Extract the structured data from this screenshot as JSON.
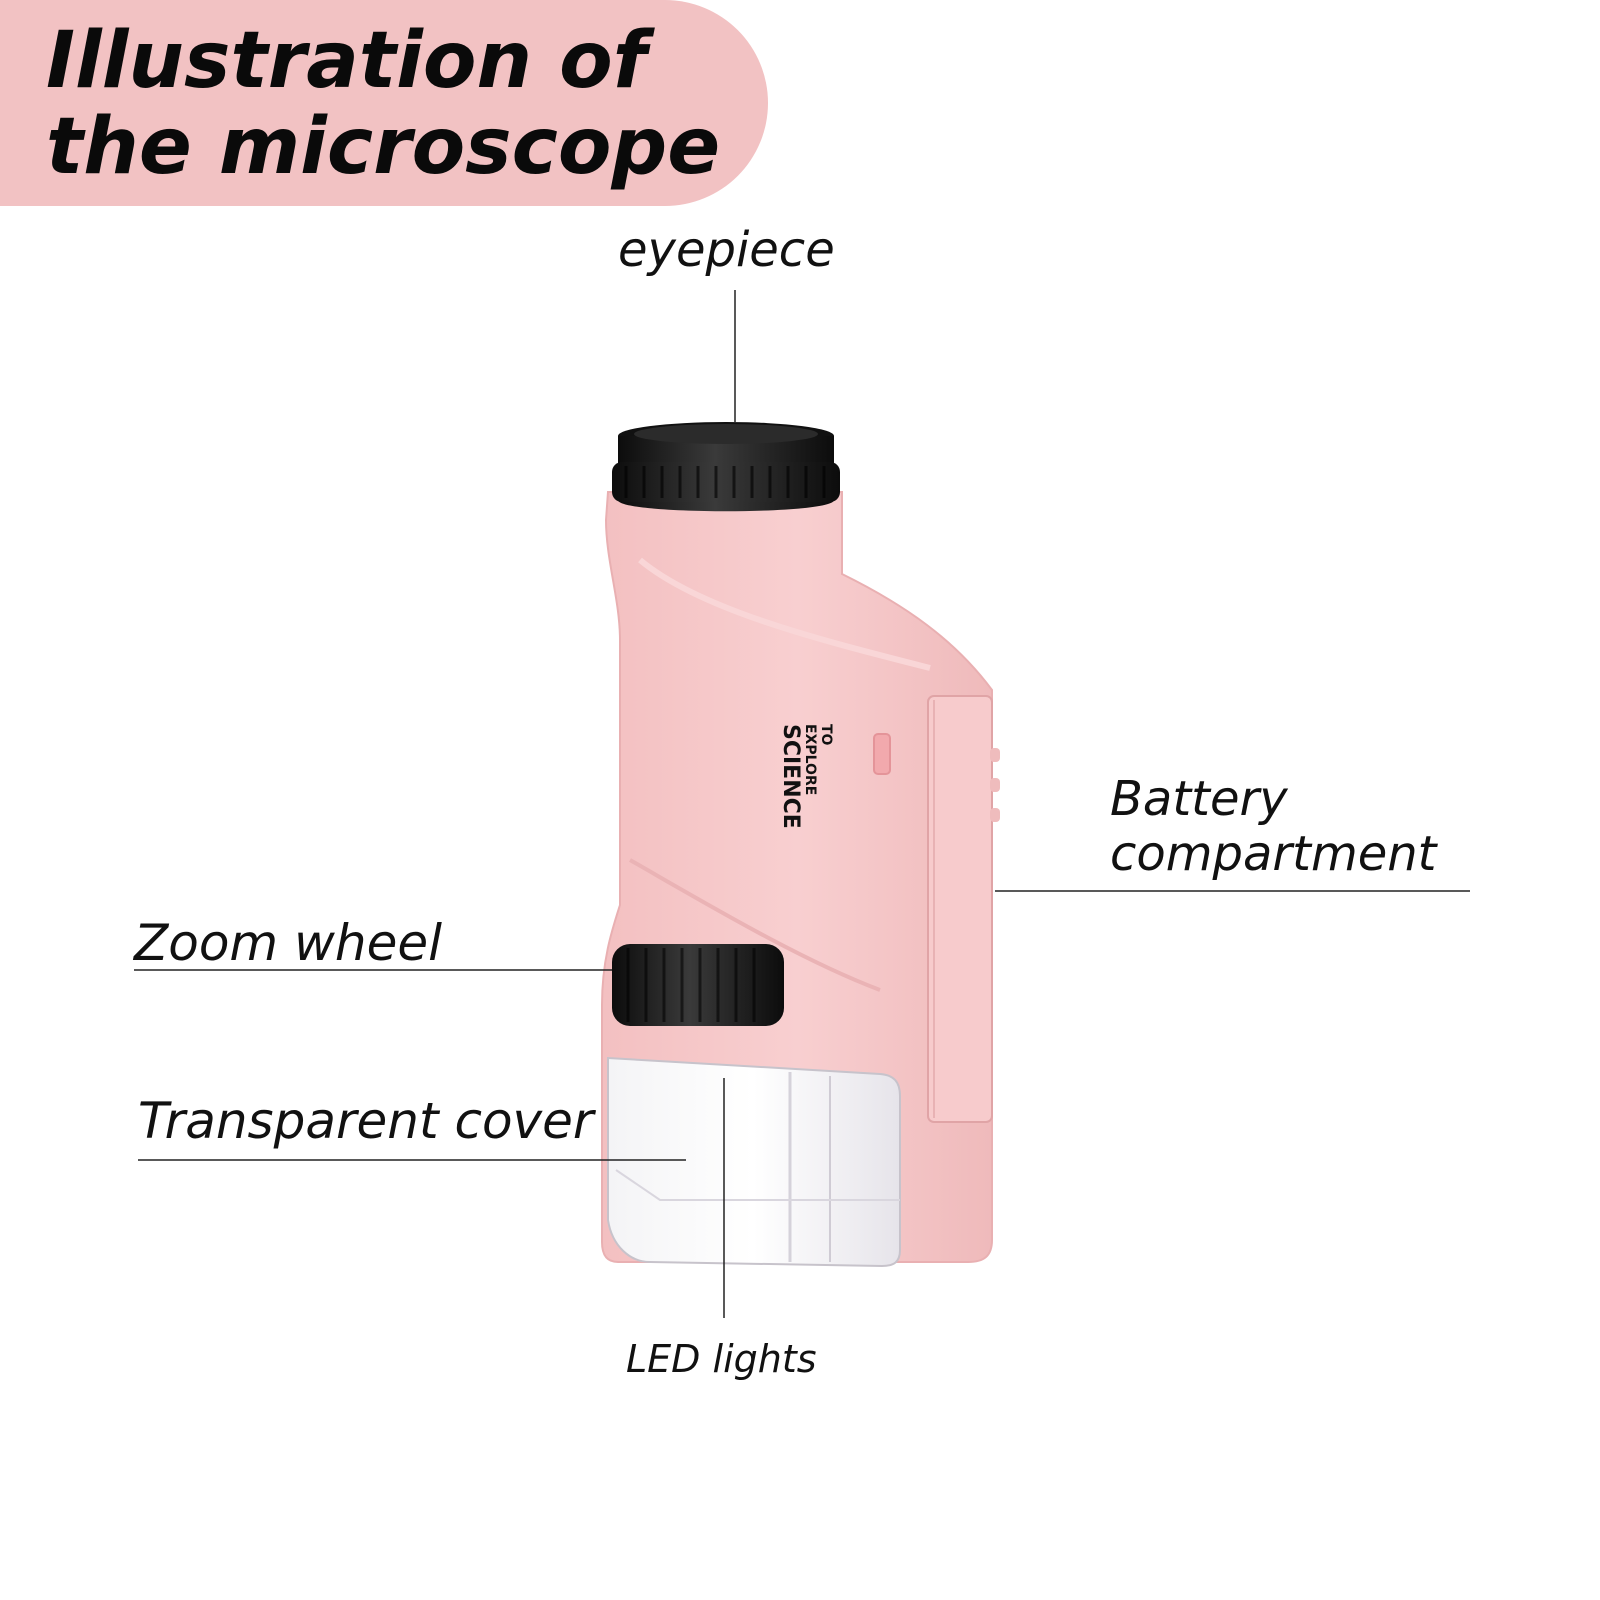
{
  "title": {
    "line1": "Illustration of",
    "line2": "the microscope"
  },
  "labels": {
    "eyepiece": "eyepiece",
    "battery_line1": "Battery",
    "battery_line2": "compartment",
    "zoom_wheel": "Zoom wheel",
    "transparent_cover": "Transparent cover",
    "led_lights": "LED lights"
  },
  "brand_mark": {
    "line1": "TO",
    "line2": "EXPLORE",
    "line3": "SCIENCE"
  },
  "colors": {
    "banner": "#f2c2c3",
    "body_pink": "#f6c8c9",
    "dark_plastic": "#141414",
    "leader_line": "#222222"
  }
}
